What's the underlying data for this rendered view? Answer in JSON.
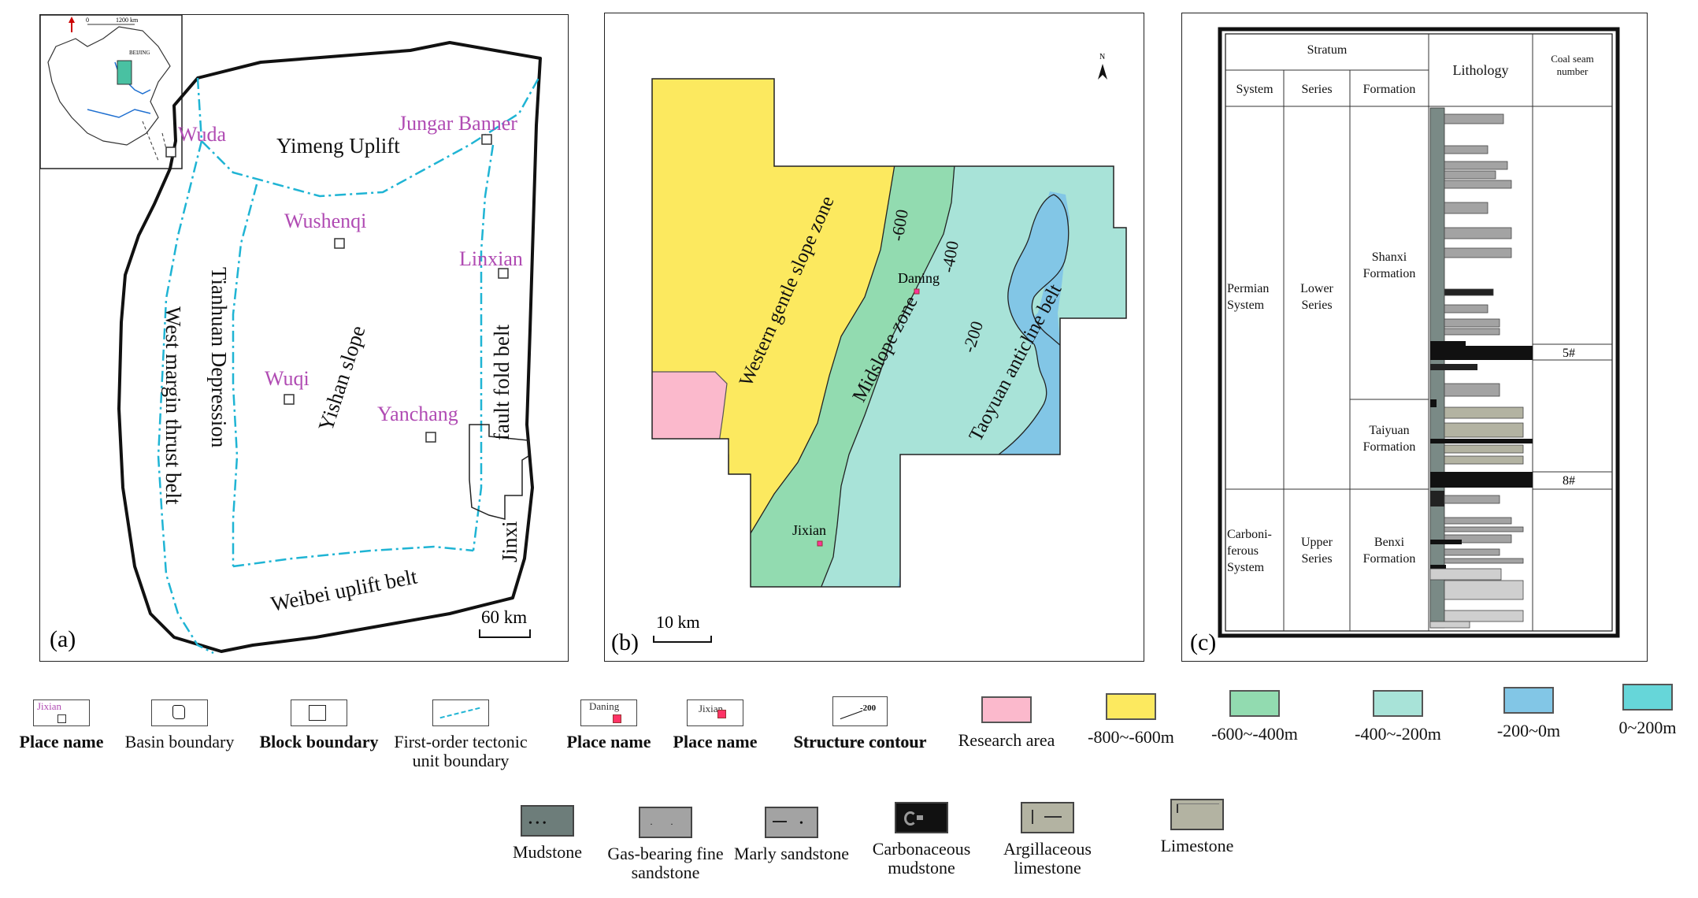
{
  "panel_a": {
    "label": "(a)",
    "places": {
      "wuda": "Wuda",
      "jungar": "Jungar Banner",
      "wushenqi": "Wushenqi",
      "linxian": "Linxian",
      "wuqi": "Wuqi",
      "yanchang": "Yanchang"
    },
    "units": {
      "yimeng": "Yimeng Uplift",
      "tianhuan": "Tianhuan Depression",
      "west_margin": "West margin thrust belt",
      "yishan": "Yishan slope",
      "jinxi_fold": "fault fold belt",
      "jinxi": "Jinxi",
      "weibei": "Weibei uplift belt"
    },
    "scale": "60 km",
    "inset": {
      "capital": "BEIJING",
      "scale": "1200 km",
      "scale_zero": "0"
    }
  },
  "panel_b": {
    "label": "(b)",
    "north": "N",
    "scale": "10 km",
    "zones": {
      "western": "Western gentle slope zone",
      "midslope": "Midslope zone",
      "taoyuan": "Taoyuan anticline belt"
    },
    "contours": {
      "c600": "-600",
      "c400": "-400",
      "c200": "-200"
    },
    "places": {
      "daning": "Daning",
      "jixian": "Jixian"
    },
    "colors": {
      "research": "#fbb9cc",
      "m800_600": "#fce95f",
      "m600_400": "#92dbb0",
      "m400_200": "#a8e3d8",
      "m200_0": "#82c6e6",
      "p0_200": "#66d6d9"
    }
  },
  "panel_c": {
    "label": "(c)",
    "header": {
      "stratum": "Stratum",
      "system": "System",
      "series": "Series",
      "formation": "Formation",
      "lithology": "Lithology",
      "coal_seam": "Coal seam number"
    },
    "permian": {
      "system": "Permian System",
      "series": "Lower Series"
    },
    "carbon": {
      "system": "Carboni-ferous System",
      "series": "Upper Series"
    },
    "formations": {
      "shanxi": "Shanxi Formation",
      "taiyuan": "Taiyuan Formation",
      "benxi": "Benxi Formation"
    },
    "seams": {
      "s5": "5#",
      "s8": "8#"
    }
  },
  "legend_row1": [
    {
      "label": "Place name",
      "sample": "Jixian"
    },
    {
      "label": "Basin boundary"
    },
    {
      "label": "Block boundary"
    },
    {
      "label": "First-order tectonic unit boundary"
    },
    {
      "label": "Place name",
      "sample": "Daning"
    },
    {
      "label": "Place name",
      "sample": "Jixian"
    },
    {
      "label": "Structure contour",
      "sample": "-200"
    },
    {
      "label": "Research area"
    },
    {
      "label": "-800~-600m"
    },
    {
      "label": "-600~-400m"
    },
    {
      "label": "-400~-200m"
    },
    {
      "label": "-200~0m"
    },
    {
      "label": "0~200m"
    }
  ],
  "legend_row2": [
    {
      "label": "Mudstone"
    },
    {
      "label": "Gas-bearing fine sandstone"
    },
    {
      "label": "Marly sandstone"
    },
    {
      "label": "Carbonaceous mudstone"
    },
    {
      "label": "Argillaceous limestone"
    },
    {
      "label": "Limestone"
    }
  ]
}
